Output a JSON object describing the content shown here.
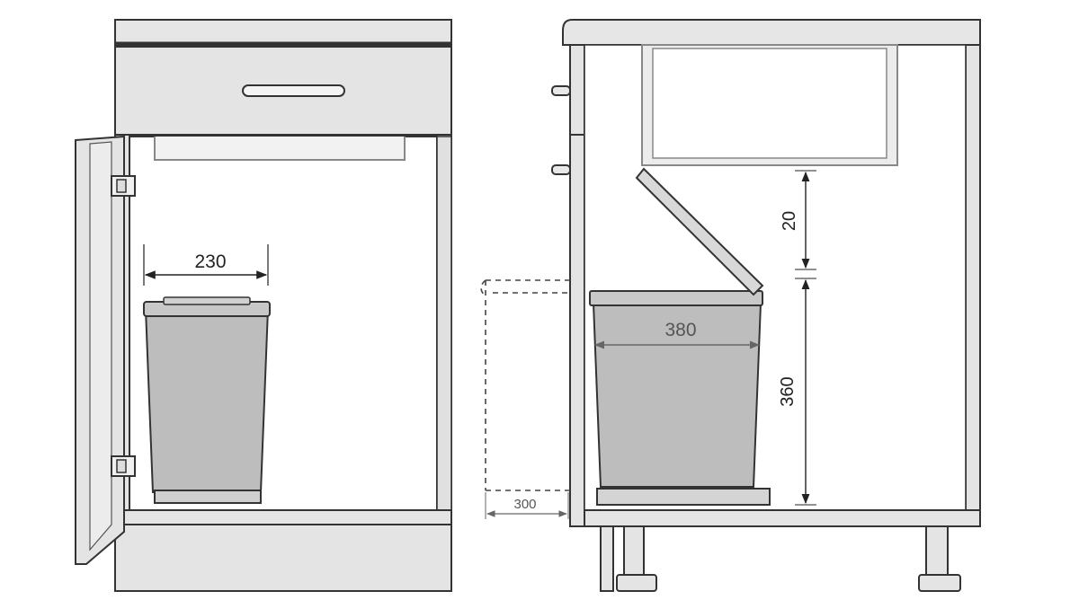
{
  "diagram": {
    "front_view": {
      "bin_width_label": "230"
    },
    "side_view": {
      "lid_clearance_label": "20",
      "bin_depth_label": "380",
      "bin_height_label": "360",
      "door_offset_label": "300"
    }
  },
  "colors": {
    "cabinet_fill": "#e4e4e4",
    "cabinet_stroke": "#3a3a3a",
    "bin_fill": "#bdbdbd",
    "interior_fill": "#ffffff",
    "dimension_line": "#222222"
  }
}
